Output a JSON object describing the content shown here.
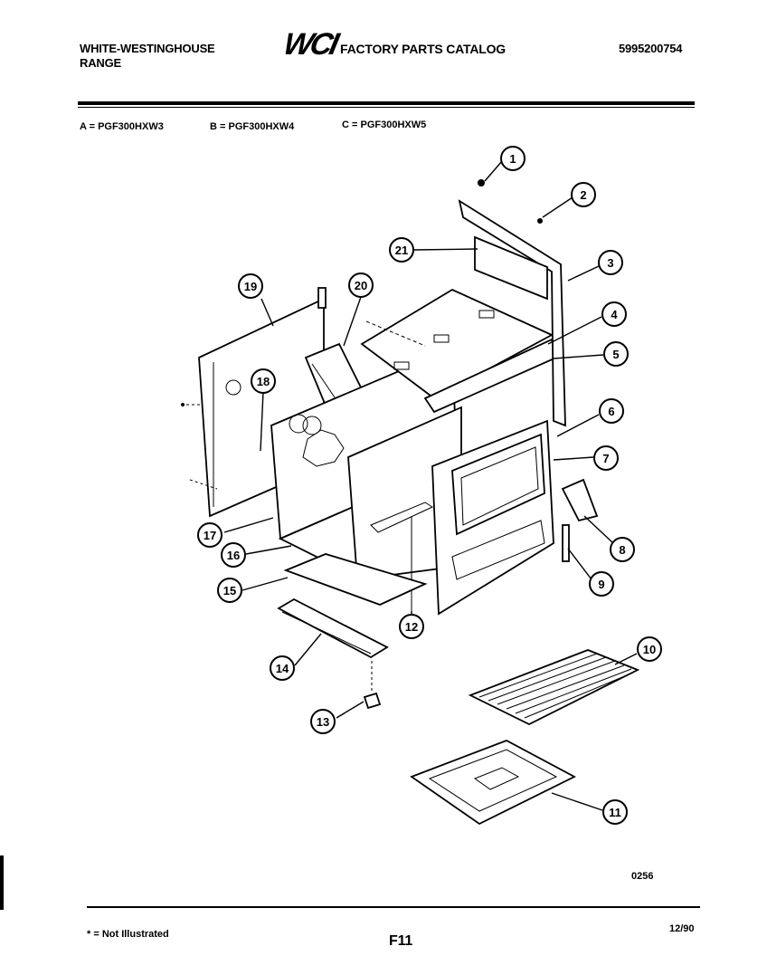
{
  "header": {
    "brand_line1": "WHITE-WESTINGHOUSE",
    "brand_line2": "RANGE",
    "logo": "WCI",
    "catalog_title": "FACTORY PARTS CATALOG",
    "catalog_number": "5995200754"
  },
  "models": {
    "a": "A = PGF300HXW3",
    "b": "B = PGF300HXW4",
    "c": "C = PGF300HXW5"
  },
  "callouts": [
    "1",
    "2",
    "3",
    "4",
    "5",
    "6",
    "7",
    "8",
    "9",
    "10",
    "11",
    "12",
    "13",
    "14",
    "15",
    "16",
    "17",
    "18",
    "19",
    "20",
    "21"
  ],
  "footer": {
    "drawing_code": "0256",
    "note": "* = Not Illustrated",
    "page": "F11",
    "date": "12/90"
  }
}
